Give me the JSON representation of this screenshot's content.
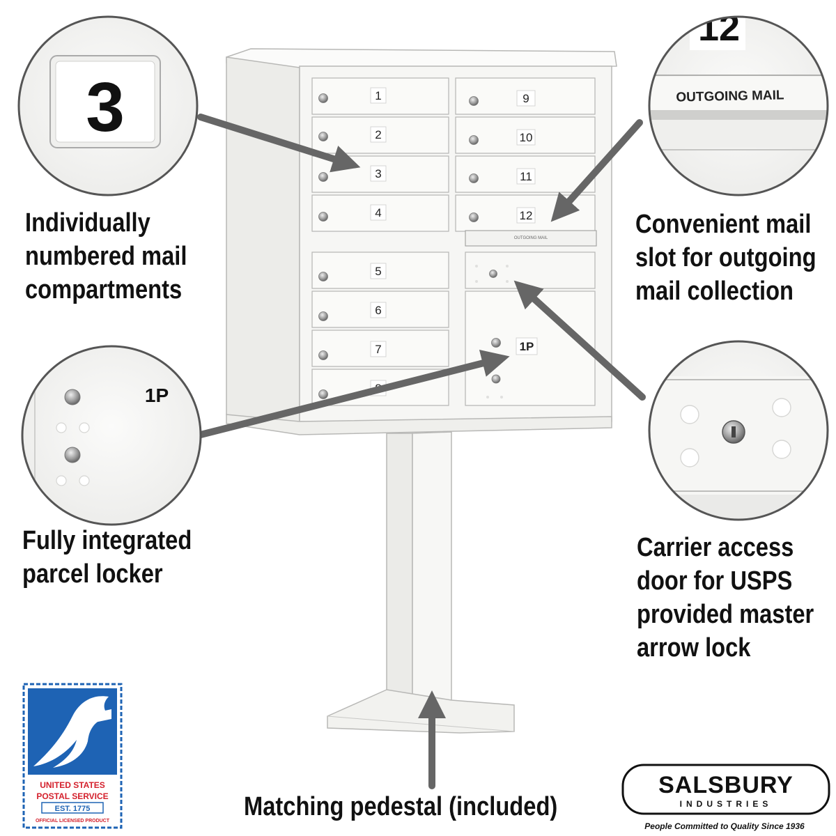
{
  "compartment_numbers": {
    "left": [
      "1",
      "2",
      "3",
      "4",
      "5",
      "6",
      "7",
      "8"
    ],
    "right": [
      "9",
      "10",
      "11",
      "12"
    ],
    "parcel": "1P"
  },
  "mailbox_labels": {
    "outgoing_slot_small": "OUTGOING MAIL"
  },
  "callouts": {
    "numbered": {
      "zoom_number": "3",
      "caption": [
        "Individually",
        "numbered mail",
        "compartments"
      ]
    },
    "outgoing": {
      "zoom_number": "12",
      "zoom_label": "OUTGOING MAIL",
      "caption": [
        "Convenient mail",
        "slot for outgoing",
        "mail collection"
      ]
    },
    "parcel": {
      "zoom_label": "1P",
      "caption": [
        "Fully integrated",
        "parcel locker"
      ]
    },
    "carrier": {
      "caption": [
        "Carrier access",
        "door for USPS",
        "provided master",
        "arrow lock"
      ]
    },
    "pedestal": {
      "caption": "Matching pedestal (included)"
    }
  },
  "usps_badge": {
    "line1": "UNITED STATES",
    "line2": "POSTAL SERVICE",
    "line3": "EST. 1775",
    "line4": "OFFICIAL LICENSED PRODUCT",
    "icon": "eagle-icon"
  },
  "salsbury_logo": {
    "name": "SALSBURY",
    "sub": "INDUSTRIES",
    "tagline": "People Committed to Quality Since 1936"
  },
  "colors": {
    "mailbox_body": "#f4f4f2",
    "outline": "#b8b8b6",
    "arrow": "#666666",
    "lens_ring": "#555555",
    "usps_blue": "#1e63b4",
    "usps_red": "#d4202c"
  }
}
